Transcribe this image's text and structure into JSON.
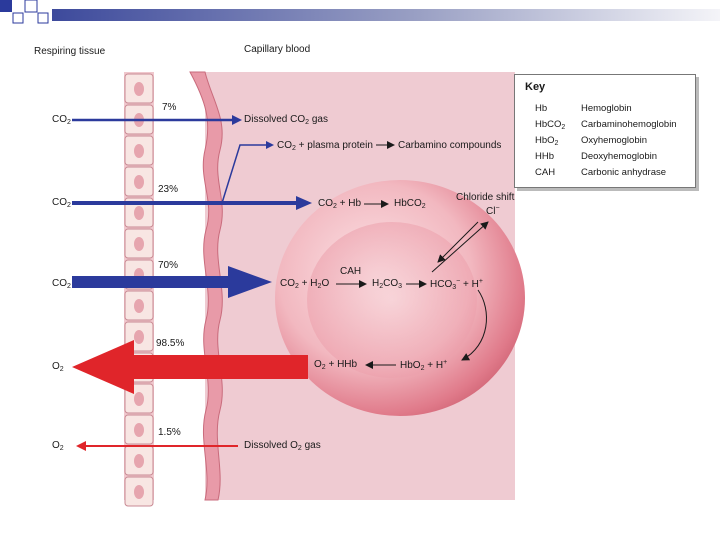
{
  "header": {
    "left_title": "Respiring tissue",
    "right_title": "Capillary blood"
  },
  "colors": {
    "tissue": "#f8e6e3",
    "capillary": "#efcbd2",
    "vessel_wall": "#e89aa8",
    "red_cell": "#e07a8a",
    "co2_arrow": "#2b3a9c",
    "o2_arrow": "#e0252a",
    "corner_square": "#2b3a9c"
  },
  "rows": [
    {
      "gas": "CO",
      "sub": "2",
      "percent": "7%",
      "target": "Dissolved CO",
      "target_sub": "2",
      "target_tail": " gas"
    },
    {
      "gas": "CO",
      "sub": "2",
      "percent": "23%"
    },
    {
      "gas": "CO",
      "sub": "2",
      "percent": "70%"
    },
    {
      "gas": "O",
      "sub": "2",
      "percent": "98.5%"
    },
    {
      "gas": "O",
      "sub": "2",
      "percent": "1.5%",
      "target": "Dissolved O",
      "target_sub": "2",
      "target_tail": " gas"
    }
  ],
  "plasma": {
    "text": "CO",
    "sub": "2",
    "tail": " + plasma protein",
    "product": "Carbamino compounds"
  },
  "cell": {
    "eq1_a": "CO",
    "eq1_a_sub": "2",
    "eq1_b": " + Hb",
    "eq1_p": "HbCO",
    "eq1_p_sub": "2",
    "chloride_shift": "Chloride shift",
    "cl": "Cl",
    "cl_sup": "−",
    "eq2_a": "CO",
    "eq2_a_sub": "2",
    "eq2_b": " + H",
    "eq2_b_sub": "2",
    "eq2_c": "O",
    "cah": "CAH",
    "eq2_m": "H",
    "eq2_m_sub": "2",
    "eq2_m2": "CO",
    "eq2_m2_sub": "3",
    "eq2_p": "HCO",
    "eq2_p_sub": "3",
    "eq2_p_sup": "−",
    "eq2_plus": " + H",
    "eq2_plus_sup": "+",
    "eq3_a": "O",
    "eq3_a_sub": "2",
    "eq3_b": " + HHb",
    "eq3_p": "HbO",
    "eq3_p_sub": "2",
    "eq3_plus": " + H",
    "eq3_plus_sup": "+"
  },
  "key": {
    "title": "Key",
    "entries": [
      {
        "abbr": "Hb",
        "full": "Hemoglobin"
      },
      {
        "abbr": "HbCO",
        "abbr_sub": "2",
        "full": "Carbaminohemoglobin"
      },
      {
        "abbr": "HbO",
        "abbr_sub": "2",
        "full": "Oxyhemoglobin"
      },
      {
        "abbr": "HHb",
        "full": "Deoxyhemoglobin"
      },
      {
        "abbr": "CAH",
        "full": "Carbonic anhydrase"
      }
    ]
  }
}
